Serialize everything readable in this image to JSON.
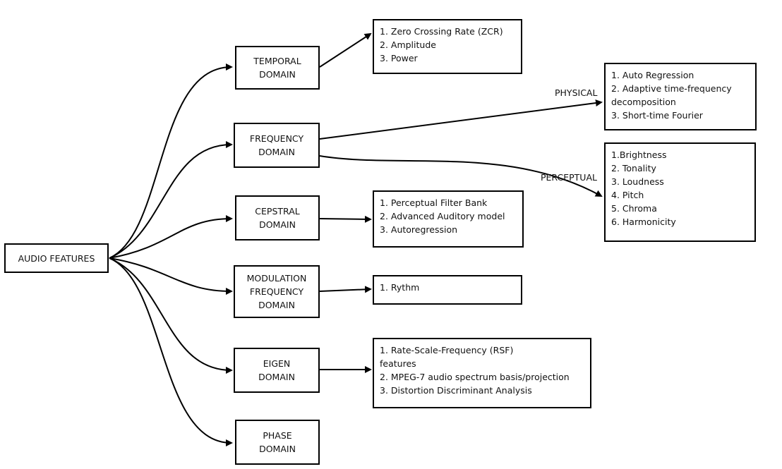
{
  "root": {
    "label": "AUDIO FEATURES"
  },
  "domains": {
    "temporal": {
      "lines": [
        "TEMPORAL",
        "DOMAIN"
      ]
    },
    "frequency": {
      "lines": [
        "FREQUENCY",
        "DOMAIN"
      ]
    },
    "cepstral": {
      "lines": [
        "CEPSTRAL",
        "DOMAIN"
      ]
    },
    "modulation": {
      "lines": [
        "MODULATION",
        "FREQUENCY",
        "DOMAIN"
      ]
    },
    "eigen": {
      "lines": [
        "EIGEN",
        "DOMAIN"
      ]
    },
    "phase": {
      "lines": [
        "PHASE",
        "DOMAIN"
      ]
    }
  },
  "features": {
    "temporal": [
      "1. Zero Crossing Rate (ZCR)",
      "2. Amplitude",
      "3. Power"
    ],
    "physical": [
      "1. Auto Regression",
      "2. Adaptive time-frequency",
      "decomposition",
      "3. Short-time Fourier"
    ],
    "perceptual": [
      "1.Brightness",
      "2. Tonality",
      "3. Loudness",
      "4. Pitch",
      "5. Chroma",
      "6. Harmonicity"
    ],
    "cepstral": [
      "1. Perceptual Filter Bank",
      "2. Advanced Auditory model",
      "3. Autoregression"
    ],
    "modulation": [
      "1. Rythm"
    ],
    "eigen": [
      "1. Rate-Scale-Frequency (RSF)",
      "features",
      "2. MPEG-7 audio spectrum basis/projection",
      "3. Distortion Discriminant Analysis"
    ]
  },
  "edge_labels": {
    "physical": "PHYSICAL",
    "perceptual": "PERCEPTUAL"
  }
}
